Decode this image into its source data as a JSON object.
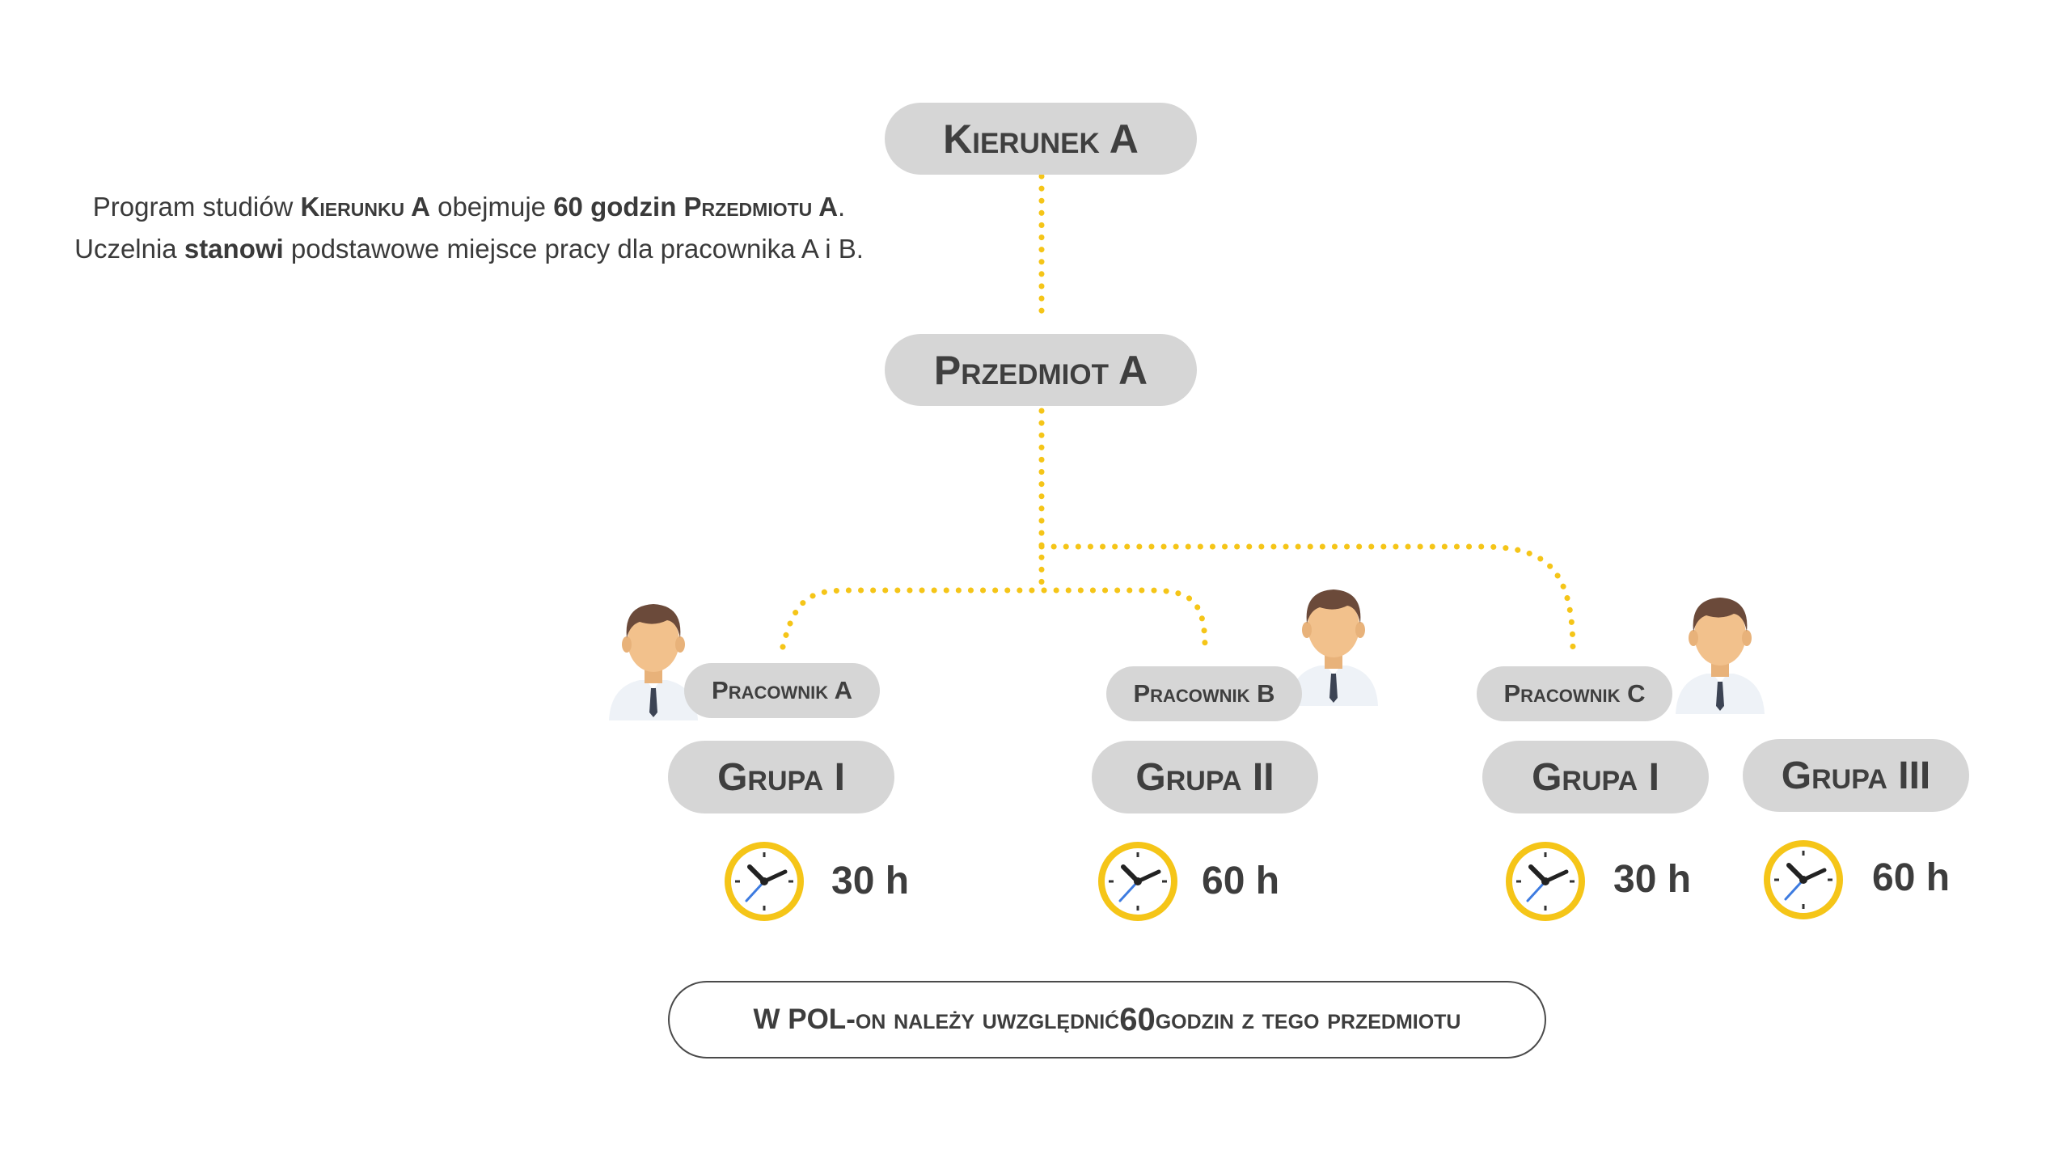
{
  "nodes": {
    "kierunek": "Kierunek A",
    "przedmiot": "Przedmiot A"
  },
  "intro": {
    "line1": {
      "t1": "Program studiów ",
      "b1": "Kierunku A",
      "t2": " obejmuje ",
      "b2": "60 godzin ",
      "b3": "Przedmiotu A",
      "t3": "."
    },
    "line2": {
      "t1": "Uczelnia ",
      "b1": "stanowi",
      "t2": " podstawowe miejsce pracy dla pracownika A i B."
    }
  },
  "workers": [
    {
      "label": "Pracownik A"
    },
    {
      "label": "Pracownik B"
    },
    {
      "label": "Pracownik C"
    }
  ],
  "groups": [
    {
      "label": "Grupa I",
      "hours": "30 h"
    },
    {
      "label": "Grupa II",
      "hours": "60 h"
    },
    {
      "label": "Grupa I",
      "hours": "30 h"
    },
    {
      "label": "Grupa III",
      "hours": "60 h"
    }
  ],
  "note": {
    "t1": "W POL-on należy uwzględnić ",
    "t2": " 60 ",
    "t3": "godzin z tego przedmiotu"
  },
  "colors": {
    "connector": "#f5c518",
    "pill": "#d6d6d6",
    "clock_ring": "#f5c518",
    "text": "#3f3f3f"
  },
  "icons": {
    "clock": "clock-icon",
    "person": "person-avatar-icon"
  }
}
